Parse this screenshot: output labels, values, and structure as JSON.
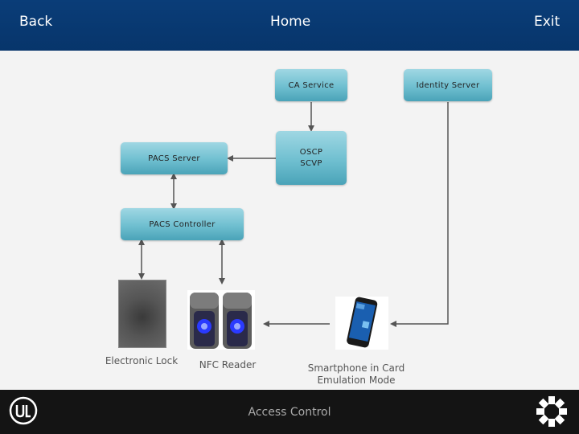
{
  "header": {
    "back_label": "Back",
    "home_label": "Home",
    "exit_label": "Exit",
    "background_color": "#0a3d78"
  },
  "diagram": {
    "ca_service": "CA Service",
    "identity_server": "Identity Server",
    "pacs_server": "PACS Server",
    "oscp_line1": "OSCP",
    "oscp_line2": "SCVP",
    "pacs_controller": "PACS Controller",
    "box_color": "#6fbfd0"
  },
  "devices": {
    "electronic_lock": "Electronic Lock",
    "nfc_reader": "NFC Reader",
    "smartphone_line1": "Smartphone in Card",
    "smartphone_line2": "Emulation Mode"
  },
  "footer": {
    "title": "Access Control",
    "left_logo": "ul-logo-icon",
    "right_logo": "brand-mark-icon"
  }
}
